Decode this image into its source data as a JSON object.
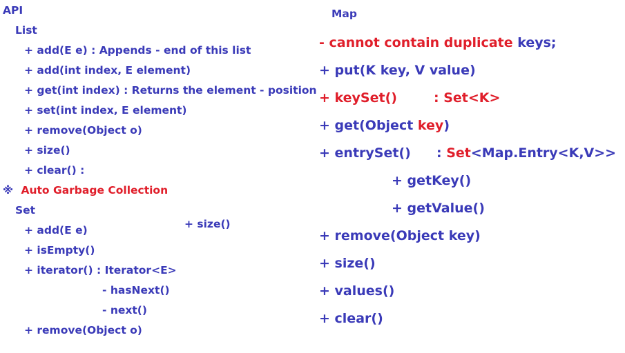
{
  "colors": {
    "text": "#3a3ab8",
    "accent": "#e01e2a",
    "background": "#ffffff"
  },
  "left": {
    "api": "API",
    "list": {
      "title": "List",
      "items": [
        "+ add(E e) : Appends - end of this list",
        "+ add(int index, E element)",
        "+ get(int index) : Returns the element - position",
        "+ set(int index, E element)",
        "+ remove(Object o)",
        "+ size()",
        "+ clear() :"
      ]
    },
    "note": {
      "symbol": "※",
      "text": "Auto Garbage Collection"
    },
    "set": {
      "title": "Set",
      "items": [
        "+ add(E e)",
        "+ isEmpty()",
        "+ iterator() : Iterator<E>",
        "- hasNext()",
        "- next()",
        "+ remove(Object o)"
      ],
      "side_item": "+ size()"
    }
  },
  "map": {
    "title": "Map",
    "rule": {
      "prefix": "- ",
      "emph": "cannot contain duplicate",
      "suffix": " keys;"
    },
    "put": "+ put(K key, V value)",
    "keyset": {
      "method": "+ keySet()",
      "type": ": Set<K>"
    },
    "get": {
      "before": "+ get(Object ",
      "emph": "key",
      "after": ")"
    },
    "entryset": {
      "method": "+ entrySet()",
      "prefix": ": ",
      "emph": "Set",
      "rest": "<Map.Entry<K,V>>"
    },
    "entry_methods": [
      "+ getKey()",
      "+ getValue()"
    ],
    "others": [
      "+ remove(Object key)",
      "+ size()",
      "+ values()",
      "+ clear()"
    ]
  }
}
